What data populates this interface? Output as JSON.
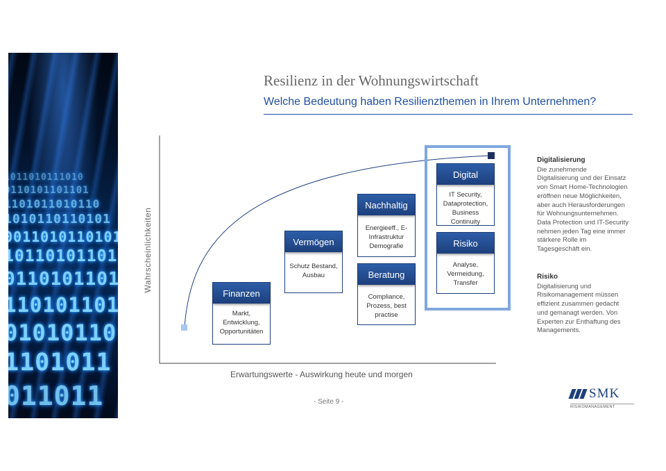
{
  "header": {
    "title": "Resilienz in der Wohnungswirtschaft",
    "subtitle": "Welche Bedeutung haben Resilienzthemen in Ihrem Unternehmen?"
  },
  "chart": {
    "ylabel": "Wahrscheinlichkeiten",
    "xlabel": "Erwartungswerte - Auswirkung heute und morgen",
    "boxes": [
      {
        "title": "Finanzen",
        "body": "Markt, Entwicklung, Opportunitäten"
      },
      {
        "title": "Vermögen",
        "body": "Schutz Bestand, Ausbau"
      },
      {
        "title": "Nachhaltig",
        "body": "Energieeff., E-Infrastruktur Demografie"
      },
      {
        "title": "Beratung",
        "body": "Compliance, Prozess, best practise"
      },
      {
        "title": "Digital",
        "body": "IT Security, Dataprotection, Business Continuity"
      },
      {
        "title": "Risiko",
        "body": "Analyse, Vermeidung, Transfer"
      }
    ]
  },
  "sidebar": {
    "digital_heading": "Digitalisierung",
    "digital_text": "Die zunehmende Digitalisierung und der Einsatz von Smart Home-Technologien eröffnen neue Möglichkeiten, aber auch Herausforderungen für Wohnungsunternehmen. Data Protection und IT-Security nehmen jeden Tag eine immer stärkere Rolle im Tagesgeschäft ein.",
    "risk_heading": "Risiko",
    "risk_text": "Digitalisierung und Risikomanagement müssen effizient zusammen gedacht und gemanagt werden. Von Experten zur Enthaftung des Managements."
  },
  "logo": {
    "name": "SMK",
    "tagline": "RISIKOMANAGEMENT"
  },
  "footer": {
    "page": "- Seite 9 -"
  },
  "colors": {
    "accent": "#1f4fa0",
    "box_header": "#1d3f7c",
    "highlight": "#7fa7de"
  }
}
